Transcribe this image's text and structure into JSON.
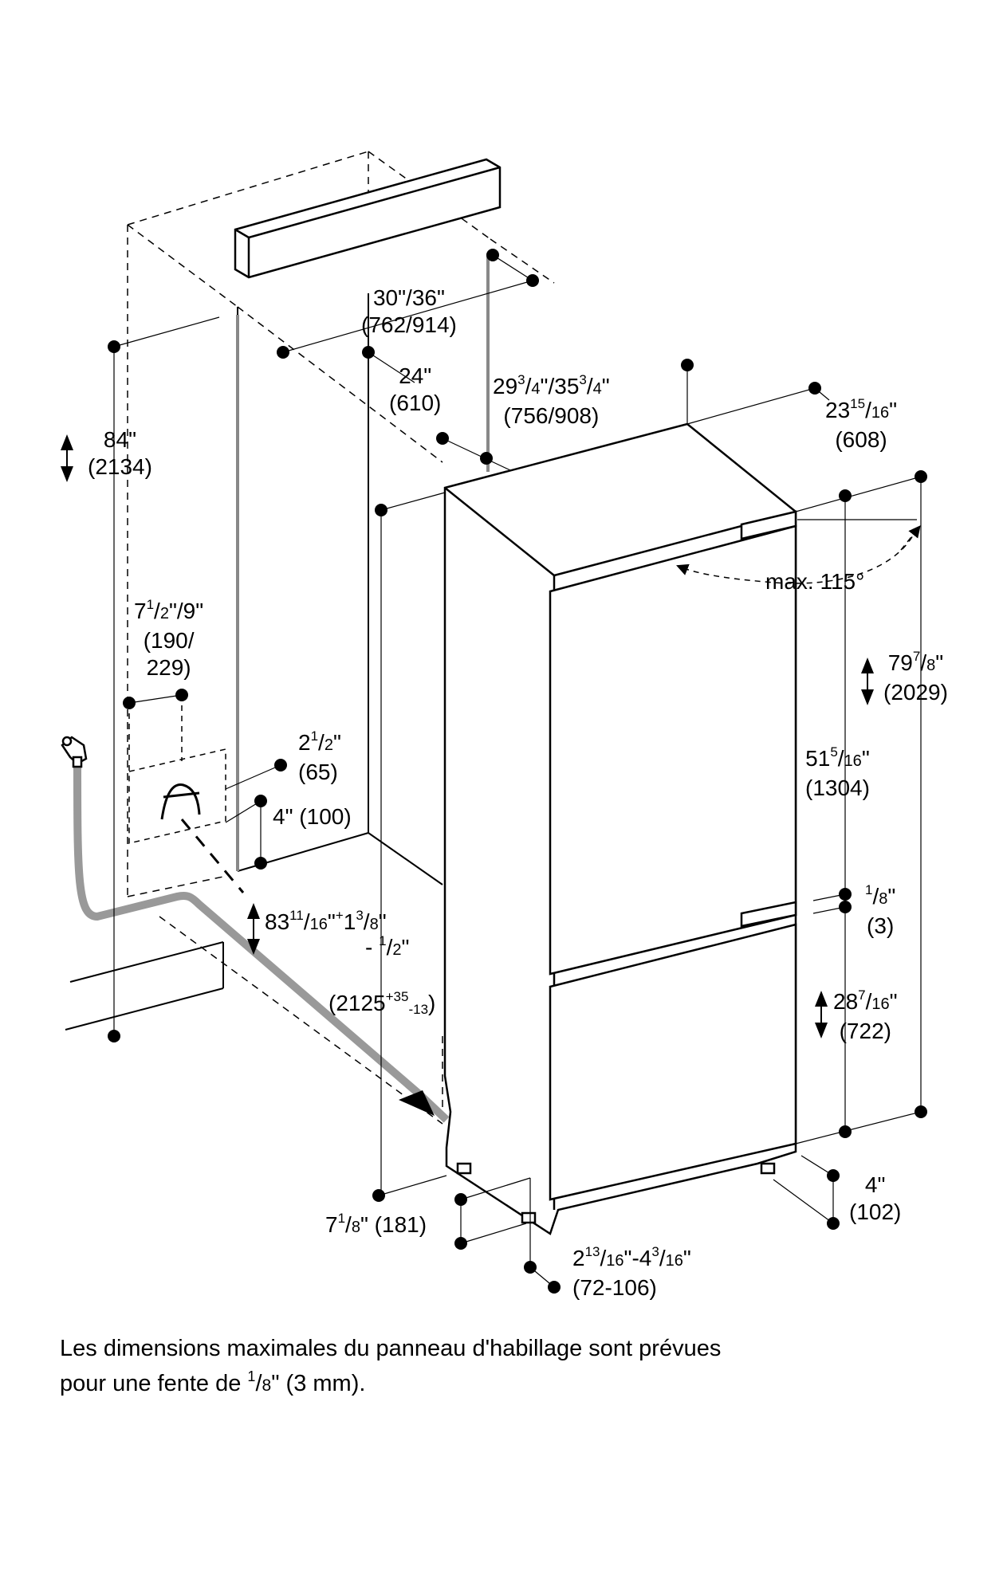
{
  "dimensions": {
    "niche_width": {
      "a": "30",
      "b": "36",
      "c": "(762/914)"
    },
    "niche_depth": {
      "a": "24",
      "b": "(610)"
    },
    "height_total": {
      "a": "84",
      "b": "(2134)"
    },
    "door_width": {
      "a": "29",
      "a_num": "3",
      "a_den": "4",
      "b": "35",
      "b_num": "3",
      "b_den": "4",
      "c": "(756/908)"
    },
    "appliance_depth": {
      "a": "23",
      "num": "15",
      "den": "16",
      "b": "(608)"
    },
    "door_angle": {
      "a": "max. 115"
    },
    "water_height": {
      "a": "7",
      "num": "1",
      "den": "2",
      "b": "9",
      "c": "(190/",
      "d": "229)"
    },
    "water_offset": {
      "a": "2",
      "num": "1",
      "den": "2",
      "b": "(65)"
    },
    "water_low": {
      "a": "4",
      "b": "(100)"
    },
    "niche_height": {
      "a": "83",
      "num": "11",
      "den": "16",
      "t1": "1",
      "t1_num": "3",
      "t1_den": "8",
      "t2_num": "1",
      "t2_den": "2",
      "b": "(2125",
      "b_plus": "+35",
      "b_minus": "-13",
      "b_end": ")"
    },
    "appliance_height": {
      "a": "79",
      "num": "7",
      "den": "8",
      "b": "(2029)"
    },
    "upper_door": {
      "a": "51",
      "num": "5",
      "den": "16",
      "b": "(1304)"
    },
    "gap": {
      "num": "1",
      "den": "8",
      "b": "(3)"
    },
    "lower_door": {
      "a": "28",
      "num": "7",
      "den": "16",
      "b": "(722)"
    },
    "plinth_front": {
      "a": "4",
      "b": "(102)"
    },
    "plinth_depth": {
      "a": "7",
      "num": "1",
      "den": "8",
      "b": "(181)"
    },
    "plinth_height": {
      "a": "2",
      "num": "13",
      "den": "16",
      "b": "4",
      "b_num": "3",
      "b_den": "16",
      "c": "(72-106)"
    }
  },
  "note": {
    "line1": "Les dimensions maximales du panneau d'habillage sont prévues",
    "line2_a": "pour une fente de ",
    "line2_num": "1",
    "line2_den": "8",
    "line2_b": "\" (3 mm)."
  },
  "colors": {
    "line": "#000000",
    "pipe": "#999999",
    "background": "#ffffff"
  }
}
